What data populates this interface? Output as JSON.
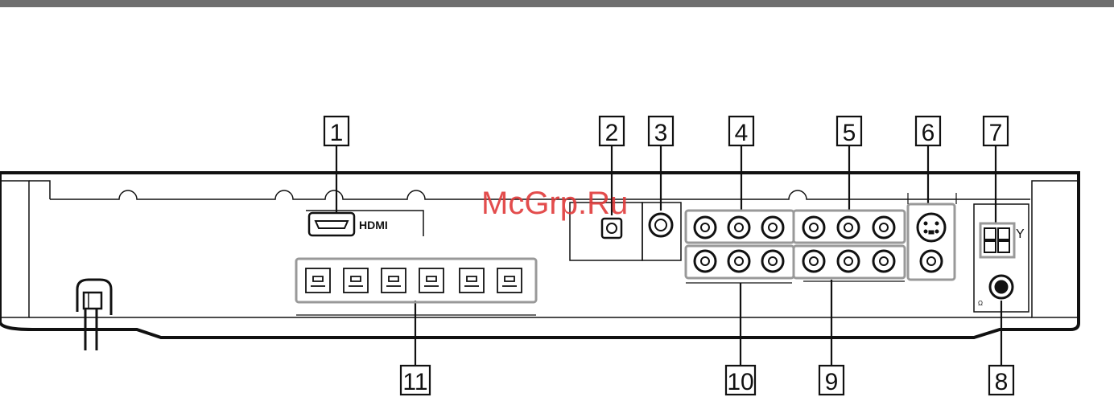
{
  "header": {
    "rule_color": "#6f6f6f"
  },
  "hdmi": {
    "label": "HDMI"
  },
  "watermark": {
    "text": "McGrp.Ru",
    "color": "#e03a3a"
  },
  "callouts": [
    {
      "id": "1",
      "label": "1"
    },
    {
      "id": "2",
      "label": "2"
    },
    {
      "id": "3",
      "label": "3"
    },
    {
      "id": "4",
      "label": "4"
    },
    {
      "id": "5",
      "label": "5"
    },
    {
      "id": "6",
      "label": "6"
    },
    {
      "id": "7",
      "label": "7"
    },
    {
      "id": "8",
      "label": "8"
    },
    {
      "id": "9",
      "label": "9"
    },
    {
      "id": "10",
      "label": "10"
    },
    {
      "id": "11",
      "label": "11"
    }
  ],
  "antenna_label": "Y",
  "coax_label": "Ω",
  "icons": [
    "hdmi-port-icon",
    "optical-port-icon",
    "coaxial-jack-icon",
    "rca-jack-icon",
    "s-video-jack-icon",
    "speaker-terminal-icon",
    "antenna-jack-icon",
    "power-cord-icon"
  ]
}
